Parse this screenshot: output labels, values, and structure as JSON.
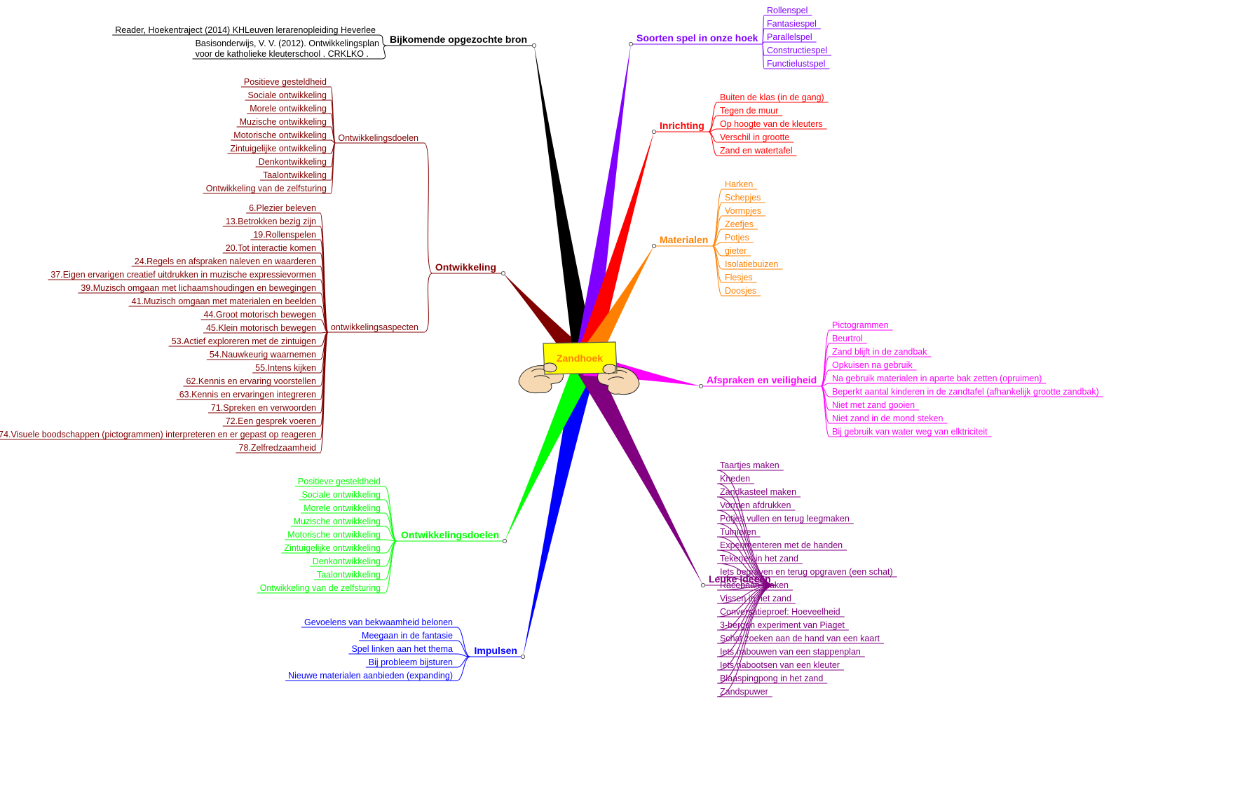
{
  "center": {
    "label": "Zandhoek",
    "text_color": "#ff8000",
    "fill": "#ffff00"
  },
  "branches": [
    {
      "id": "bronnen",
      "label": "Bijkomende opgezochte bron",
      "color": "#000000",
      "items": [
        "Reader, Hoekentraject (2014) KHLeuven lerarenopleiding Heverlee",
        "Basisonderwijs, V. V. (2012). Ontwikkelingsplan",
        "voor de katholieke kleuterschool . CRKLKO ."
      ]
    },
    {
      "id": "soorten",
      "label": "Soorten spel in onze hoek",
      "color": "#8000ff",
      "items": [
        "Rollenspel",
        "Fantasiespel",
        "Parallelspel",
        "Constructiespel",
        "Functielustspel"
      ]
    },
    {
      "id": "inrichting",
      "label": "Inrichting",
      "color": "#ff0000",
      "items": [
        "Buiten de klas (in de gang)",
        "Tegen de muur",
        "Op hoogte van de kleuters",
        "Verschil in grootte",
        "Zand en watertafel"
      ]
    },
    {
      "id": "materialen",
      "label": "Materialen",
      "color": "#ff8000",
      "items": [
        "Harken",
        "Schepjes",
        "Vormpjes",
        "Zeefjes",
        "Potjes",
        "gieter",
        "Isolatiebuizen",
        "Flesjes",
        "Doosjes"
      ]
    },
    {
      "id": "afspraken",
      "label": "Afspraken en veiligheid",
      "color": "#ff00ff",
      "items": [
        "Pictogrammen",
        "Beurtrol",
        "Zand blijft in de zandbak",
        "Opkuisen na gebruik",
        "Na gebruik materialen in aparte bak zetten (opruimen)",
        "Beperkt aantal kinderen in de zandtafel (afhankelijk grootte zandbak)",
        "Niet met zand gooien",
        "Niet zand in de mond steken",
        "Bij gebruik van water weg van elktriciteit"
      ]
    },
    {
      "id": "ideeen",
      "label": "Leuke ideeën",
      "color": "#800080",
      "items": [
        "Taartjes maken",
        "Kneden",
        "Zandkasteel maken",
        "Vormen afdrukken",
        "Potjes vullen en terug leegmaken",
        "Tuinieren",
        "Experimenteren met de handen",
        "Tekenen in het zand",
        "Iets begraven en terug opgraven (een schat)",
        "Racebaan maken",
        "Vissen in het zand",
        "Conversatieproef: Hoeveelheid",
        "3-bergen experiment van Piaget",
        "Schat zoeken aan de hand van een kaart",
        "Iets nabouwen van een stappenplan",
        "Iets nabootsen van een kleuter",
        "Blaaspingpong in het zand",
        "Zandspuwer"
      ]
    },
    {
      "id": "impulsen",
      "label": "Impulsen",
      "color": "#0000ff",
      "items": [
        "Gevoelens van bekwaamheid belonen",
        "Meegaan in de fantasie",
        "Spel linken aan het thema",
        "Bij probleem bijsturen",
        "Nieuwe materialen aanbieden (expanding)"
      ]
    },
    {
      "id": "doelen",
      "label": "Ontwikkelingsdoelen",
      "color": "#00ff00",
      "items": [
        "Positieve gesteldheid",
        "Sociale ontwikkeling",
        "Morele ontwikkeling",
        "Muzische ontwikkeling",
        "Motorische ontwikkeling",
        "Zintuigelijke ontwikkeling",
        "Denkontwikkeling",
        "Taalontwikkeling",
        "Ontwikkeling van de zelfsturing"
      ]
    },
    {
      "id": "ontwikkeling",
      "label": "Ontwikkeling",
      "color": "#800000",
      "subs": [
        {
          "label": "Ontwikkelingsdoelen",
          "items": [
            "Positieve gesteldheid",
            "Sociale ontwikkeling",
            "Morele ontwikkeling",
            "Muzische ontwikkeling",
            "Motorische ontwikkeling",
            "Zintuigelijke ontwikkeling",
            "Denkontwikkeling",
            "Taalontwikkeling",
            "Ontwikkeling van de zelfsturing"
          ]
        },
        {
          "label": "ontwikkelingsaspecten",
          "items": [
            "6.Plezier beleven",
            "13.Betrokken bezig zijn",
            "19.Rollenspelen",
            "20.Tot interactie komen",
            "24.Regels en afspraken naleven en waarderen",
            "37.Eigen ervarigen creatief uitdrukken in muzische expressievormen",
            "39.Muzisch omgaan met lichaamshoudingen en bewegingen",
            "41.Muzisch omgaan met materialen en beelden",
            "44.Groot motorisch bewegen",
            "45.Klein motorisch bewegen",
            "53.Actief exploreren met de zintuigen",
            "54.Nauwkeurig waarnemen",
            "55.Intens kijken",
            "62.Kennis en ervaring voorstellen",
            "63.Kennis en ervaringen integreren",
            "71.Spreken en verwoorden",
            "72.Een gesprek voeren",
            "74.Visuele boodschappen (pictogrammen) interpreteren en er gepast op reageren",
            "78.Zelfredzaamheid"
          ]
        }
      ]
    }
  ]
}
